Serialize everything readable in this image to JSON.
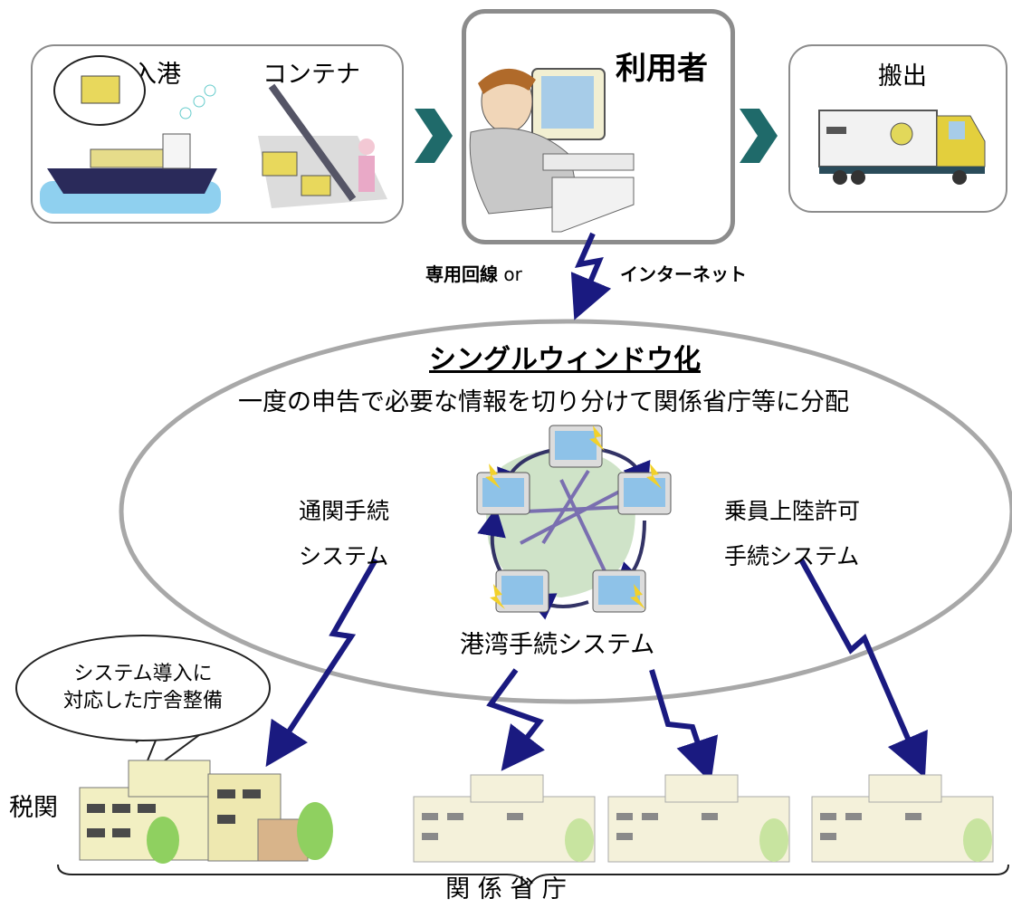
{
  "top": {
    "port_entry": "入港",
    "container": "コンテナ",
    "user": "利用者",
    "carry_out": "搬出"
  },
  "connection": {
    "dedicated_line": "専用回線",
    "or": "or",
    "internet": "インターネット"
  },
  "ellipse": {
    "title": "シングルウィンドウ化",
    "subtitle": "一度の申告で必要な情報を切り分けて関係省庁等に分配",
    "customs_system": [
      "通関手続",
      "システム"
    ],
    "crew_system": [
      "乗員上陸許可",
      "手続システム"
    ],
    "port_system": "港湾手続システム"
  },
  "bubble": [
    "システム導入に",
    "対応した庁舎整備"
  ],
  "customs": "税関",
  "ministries": "関 係 省 庁",
  "colors": {
    "arrow": "#1a1a80",
    "chevron": "#1f6a6a",
    "ellipse": "#a8a8a8"
  }
}
